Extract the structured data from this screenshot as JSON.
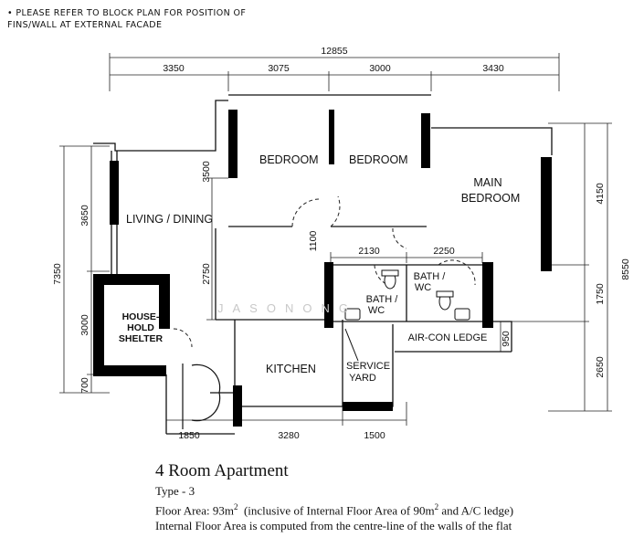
{
  "note": {
    "line1": "• PLEASE REFER TO BLOCK PLAN FOR POSITION OF",
    "line2": "FINS/WALL AT EXTERNAL FACADE"
  },
  "rooms": {
    "bedroom_1": "BEDROOM",
    "bedroom_2": "BEDROOM",
    "main_bedroom_l1": "MAIN",
    "main_bedroom_l2": "BEDROOM",
    "living_dining": "LIVING / DINING",
    "household_shelter_l1": "HOUSE-",
    "household_shelter_l2": "HOLD",
    "household_shelter_l3": "SHELTER",
    "bath_wc_1_l1": "BATH /",
    "bath_wc_1_l2": "WC",
    "bath_wc_2_l1": "BATH /",
    "bath_wc_2_l2": "WC",
    "aircon_ledge": "AIR-CON LEDGE",
    "kitchen": "KITCHEN",
    "service_yard_l1": "SERVICE",
    "service_yard_l2": "YARD"
  },
  "dimensions": {
    "overall_width": "12855",
    "top_1": "3350",
    "top_2": "3075",
    "top_3": "3000",
    "top_4": "3430",
    "bottom_1": "1850",
    "bottom_2": "3280",
    "bottom_3": "1500",
    "left_overall": "7350",
    "left_1": "3650",
    "left_2": "3000",
    "left_3": "700",
    "bedroom_depth": "3500",
    "living_depth": "2750",
    "corridor": "1100",
    "bath_1_width": "2130",
    "bath_2_width": "2250",
    "ledge_depth": "950",
    "right_overall": "8550",
    "right_1": "4150",
    "right_2": "1750",
    "right_3": "2650"
  },
  "watermark": "JASONONG",
  "caption": {
    "title": "4 Room Apartment",
    "type": "Type - 3",
    "area_prefix": "Floor Area: 93m",
    "area_sup1": "2",
    "area_mid": "  (inclusive of Internal Floor Area of 90m",
    "area_sup2": "2",
    "area_suffix": " and A/C ledge)",
    "note": "Internal Floor Area is computed from the centre-line of the walls of the flat"
  }
}
